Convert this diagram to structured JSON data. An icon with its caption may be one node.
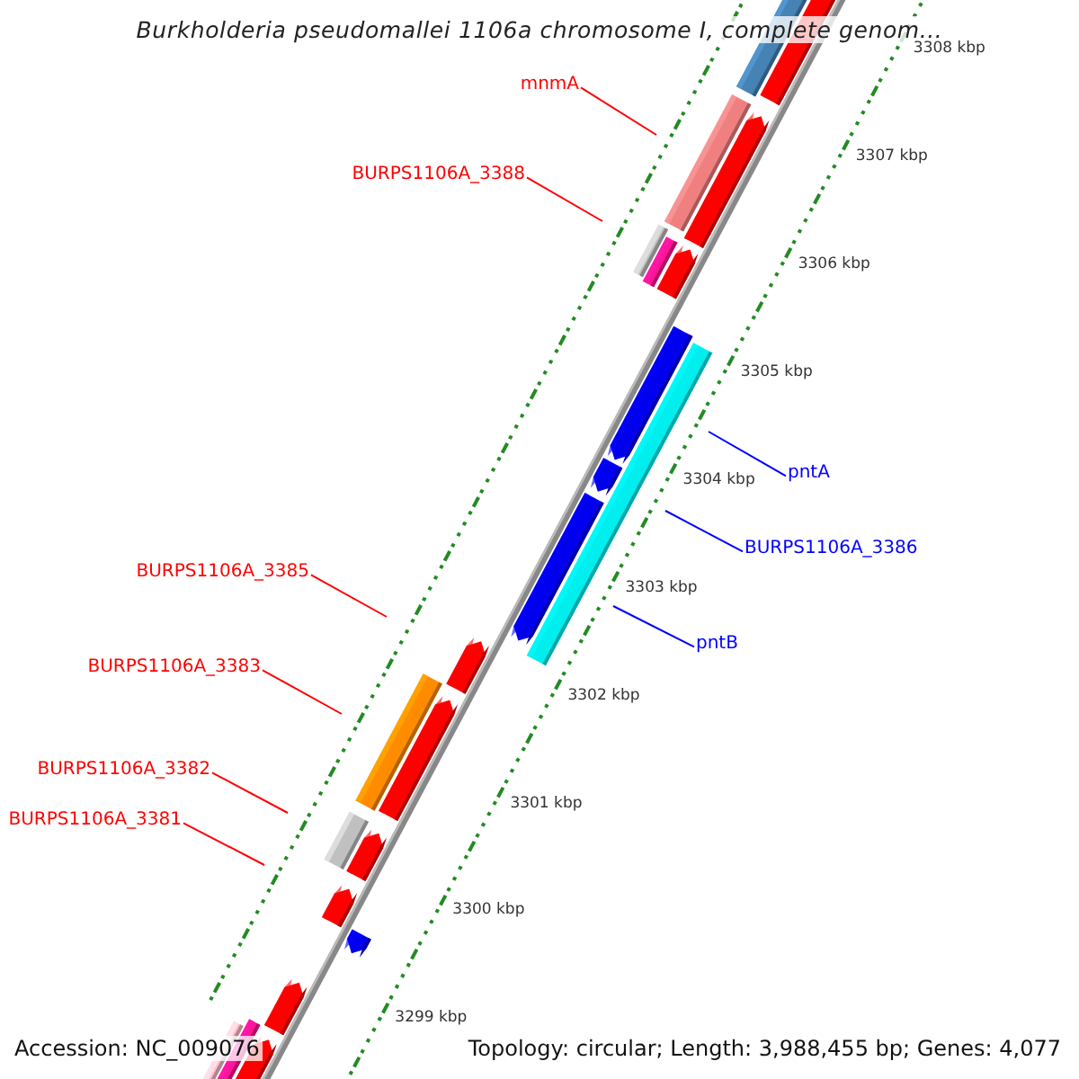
{
  "diagram": {
    "title": "Burkholderia pseudomallei 1106a chromosome I, complete genom...",
    "nodes": [
      {
        "text": [
          "mnmA"
        ]
      },
      {
        "text": [
          "BURPS1106A_3388"
        ]
      },
      {
        "text": [
          "pntA"
        ]
      },
      {
        "text": [
          "BURPS1106A_3386"
        ]
      },
      {
        "text": [
          "BURPS1106A_3385"
        ]
      },
      {
        "text": [
          "pntB"
        ]
      },
      {
        "text": [
          "BURPS1106A_3383"
        ]
      },
      {
        "text": [
          "BURPS1106A_3382"
        ]
      },
      {
        "text": [
          "BURPS1106A_3381"
        ]
      }
    ],
    "edges": [
      {
        "from": 0,
        "to": null,
        "arrow": "none"
      },
      {
        "from": 1,
        "to": null,
        "arrow": "none"
      },
      {
        "from": 2,
        "to": null,
        "arrow": "none",
        "color": "#0000ff"
      },
      {
        "from": 3,
        "to": null,
        "arrow": "none",
        "color": "#0000ff"
      },
      {
        "from": 4,
        "to": null,
        "arrow": "none"
      },
      {
        "from": 5,
        "to": null,
        "arrow": "none",
        "color": "#0000ff"
      },
      {
        "from": 6,
        "to": null,
        "arrow": "none"
      },
      {
        "from": 7,
        "to": null,
        "arrow": "none"
      },
      {
        "from": 8,
        "to": null,
        "arrow": "none"
      }
    ],
    "labels": [
      "3308 kbp",
      "3307 kbp",
      "3306 kbp",
      "3305 kbp",
      "3304 kbp",
      "3303 kbp",
      "3302 kbp",
      "3301 kbp",
      "3300 kbp",
      "3299 kbp",
      "Accession: NC_009076",
      "Topology: circular; Length: 3,988,455 bp; Genes: 4,077"
    ]
  }
}
